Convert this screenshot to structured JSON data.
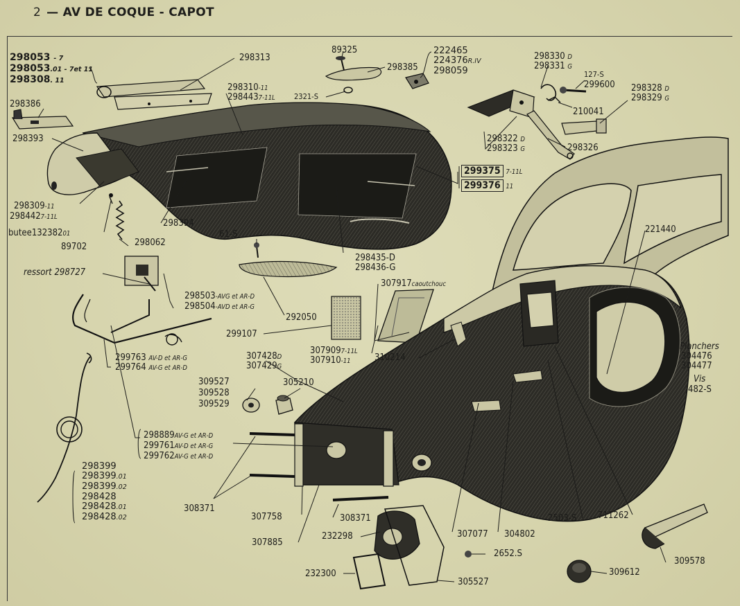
{
  "header": {
    "page_number": "2",
    "title": "— AV DE COQUE - CAPOT"
  },
  "colors": {
    "paper": "#d9d7b2",
    "ink": "#1c1c1a",
    "part_fill": "#2c2b26",
    "shadow": "#111"
  },
  "labels": {
    "l298313": "298313",
    "l89325": "89325",
    "l298385": "298385",
    "l2321s": "2321-S",
    "l298330": "298330",
    "l298330_sfx": "D",
    "l298331": "298331",
    "l298331_sfx": "G",
    "l127s": "127-S",
    "l299600": "299600",
    "l298328": "298328",
    "l298328_sfx": "D",
    "l298329": "298329",
    "l298329_sfx": "G",
    "l210041": "210041",
    "l298386": "298386",
    "l298310": "298310",
    "l298310_sfx": "-11",
    "l298443": "298443",
    "l298443_sfx": "7-11L",
    "l298393": "298393",
    "l298322": "298322",
    "l298322_sfx": "D",
    "l298323": "298323",
    "l298323_sfx": "G",
    "l298326": "298326",
    "l299375": "299375",
    "l299375_sfx": "7-11L",
    "l299376": "299376",
    "l299376_sfx": "11",
    "l298309": "298309",
    "l298309_sfx": "-11",
    "l298442": "298442",
    "l298442_sfx": "7-11L",
    "butee": "butee132382",
    "butee_sfx": "01",
    "l298394": "298394",
    "l221440": "221440",
    "l61s": "61-S",
    "l89702": "89702",
    "l298062": "298062",
    "l298435": "298435-D",
    "l298436": "298436-G",
    "ressort": "ressort 298727",
    "l307917": "307917",
    "l307917_sfx": "caoutchouc",
    "l298503": "298503",
    "l298503_sfx": "-AVG et AR-D",
    "l298504": "298504",
    "l298504_sfx": "-AVD et AR-G",
    "l292050": "292050",
    "l299107": "299107",
    "l307909": "307909",
    "l307909_sfx": "7-11L",
    "l307910": "307910",
    "l307910_sfx": "-11",
    "l310214": "310214",
    "planchers": "Planchers",
    "l304476": "304476",
    "l304477": "304477",
    "vis": "Vis",
    "l482s": "482-S",
    "l299763": "299763",
    "l299763_sfx": "AV-D et AR-G",
    "l299764": "299764",
    "l299764_sfx": "AV-G et AR-D",
    "l307428": "307428",
    "l307428_sfx": "D",
    "l307429": "307429",
    "l307429_sfx": "G",
    "l309527": "309527",
    "l309528": "309528",
    "l309529": "309529",
    "l305210": "305210",
    "l298889": "298889",
    "l298889_sfx": "AV-G et AR-D",
    "l299761": "299761",
    "l299761_sfx": "AV-D et AR-G",
    "l299762": "299762",
    "l299762_sfx": "AV-G et AR-D",
    "l308371a": "308371",
    "l307758": "307758",
    "l308371b": "308371",
    "l2503s": "2503-S",
    "l711262": "711262",
    "l307885": "307885",
    "l307077": "307077",
    "l304802": "304802",
    "l232298": "232298",
    "l2652s": "2652.S",
    "l309578": "309578",
    "l232300": "232300",
    "l305527": "305527",
    "l309612": "309612"
  },
  "stack_hinge": [
    {
      "num": "298053",
      "sfx": "- 7"
    },
    {
      "num": "298053",
      "sfx": ".01 - 7et 11"
    },
    {
      "num": "298308",
      "sfx": ". 11"
    }
  ],
  "stack_rIV": [
    {
      "num": "222465",
      "sfx": ""
    },
    {
      "num": "224376",
      "sfx": "R.IV"
    },
    {
      "num": "298059",
      "sfx": ""
    }
  ],
  "stack_298399": [
    {
      "num": "298399",
      "sfx": ""
    },
    {
      "num": "298399",
      "sfx": ".01"
    },
    {
      "num": "298399",
      "sfx": ".02"
    },
    {
      "num": "298428",
      "sfx": ""
    },
    {
      "num": "298428",
      "sfx": ".01"
    },
    {
      "num": "298428",
      "sfx": ".02"
    }
  ]
}
